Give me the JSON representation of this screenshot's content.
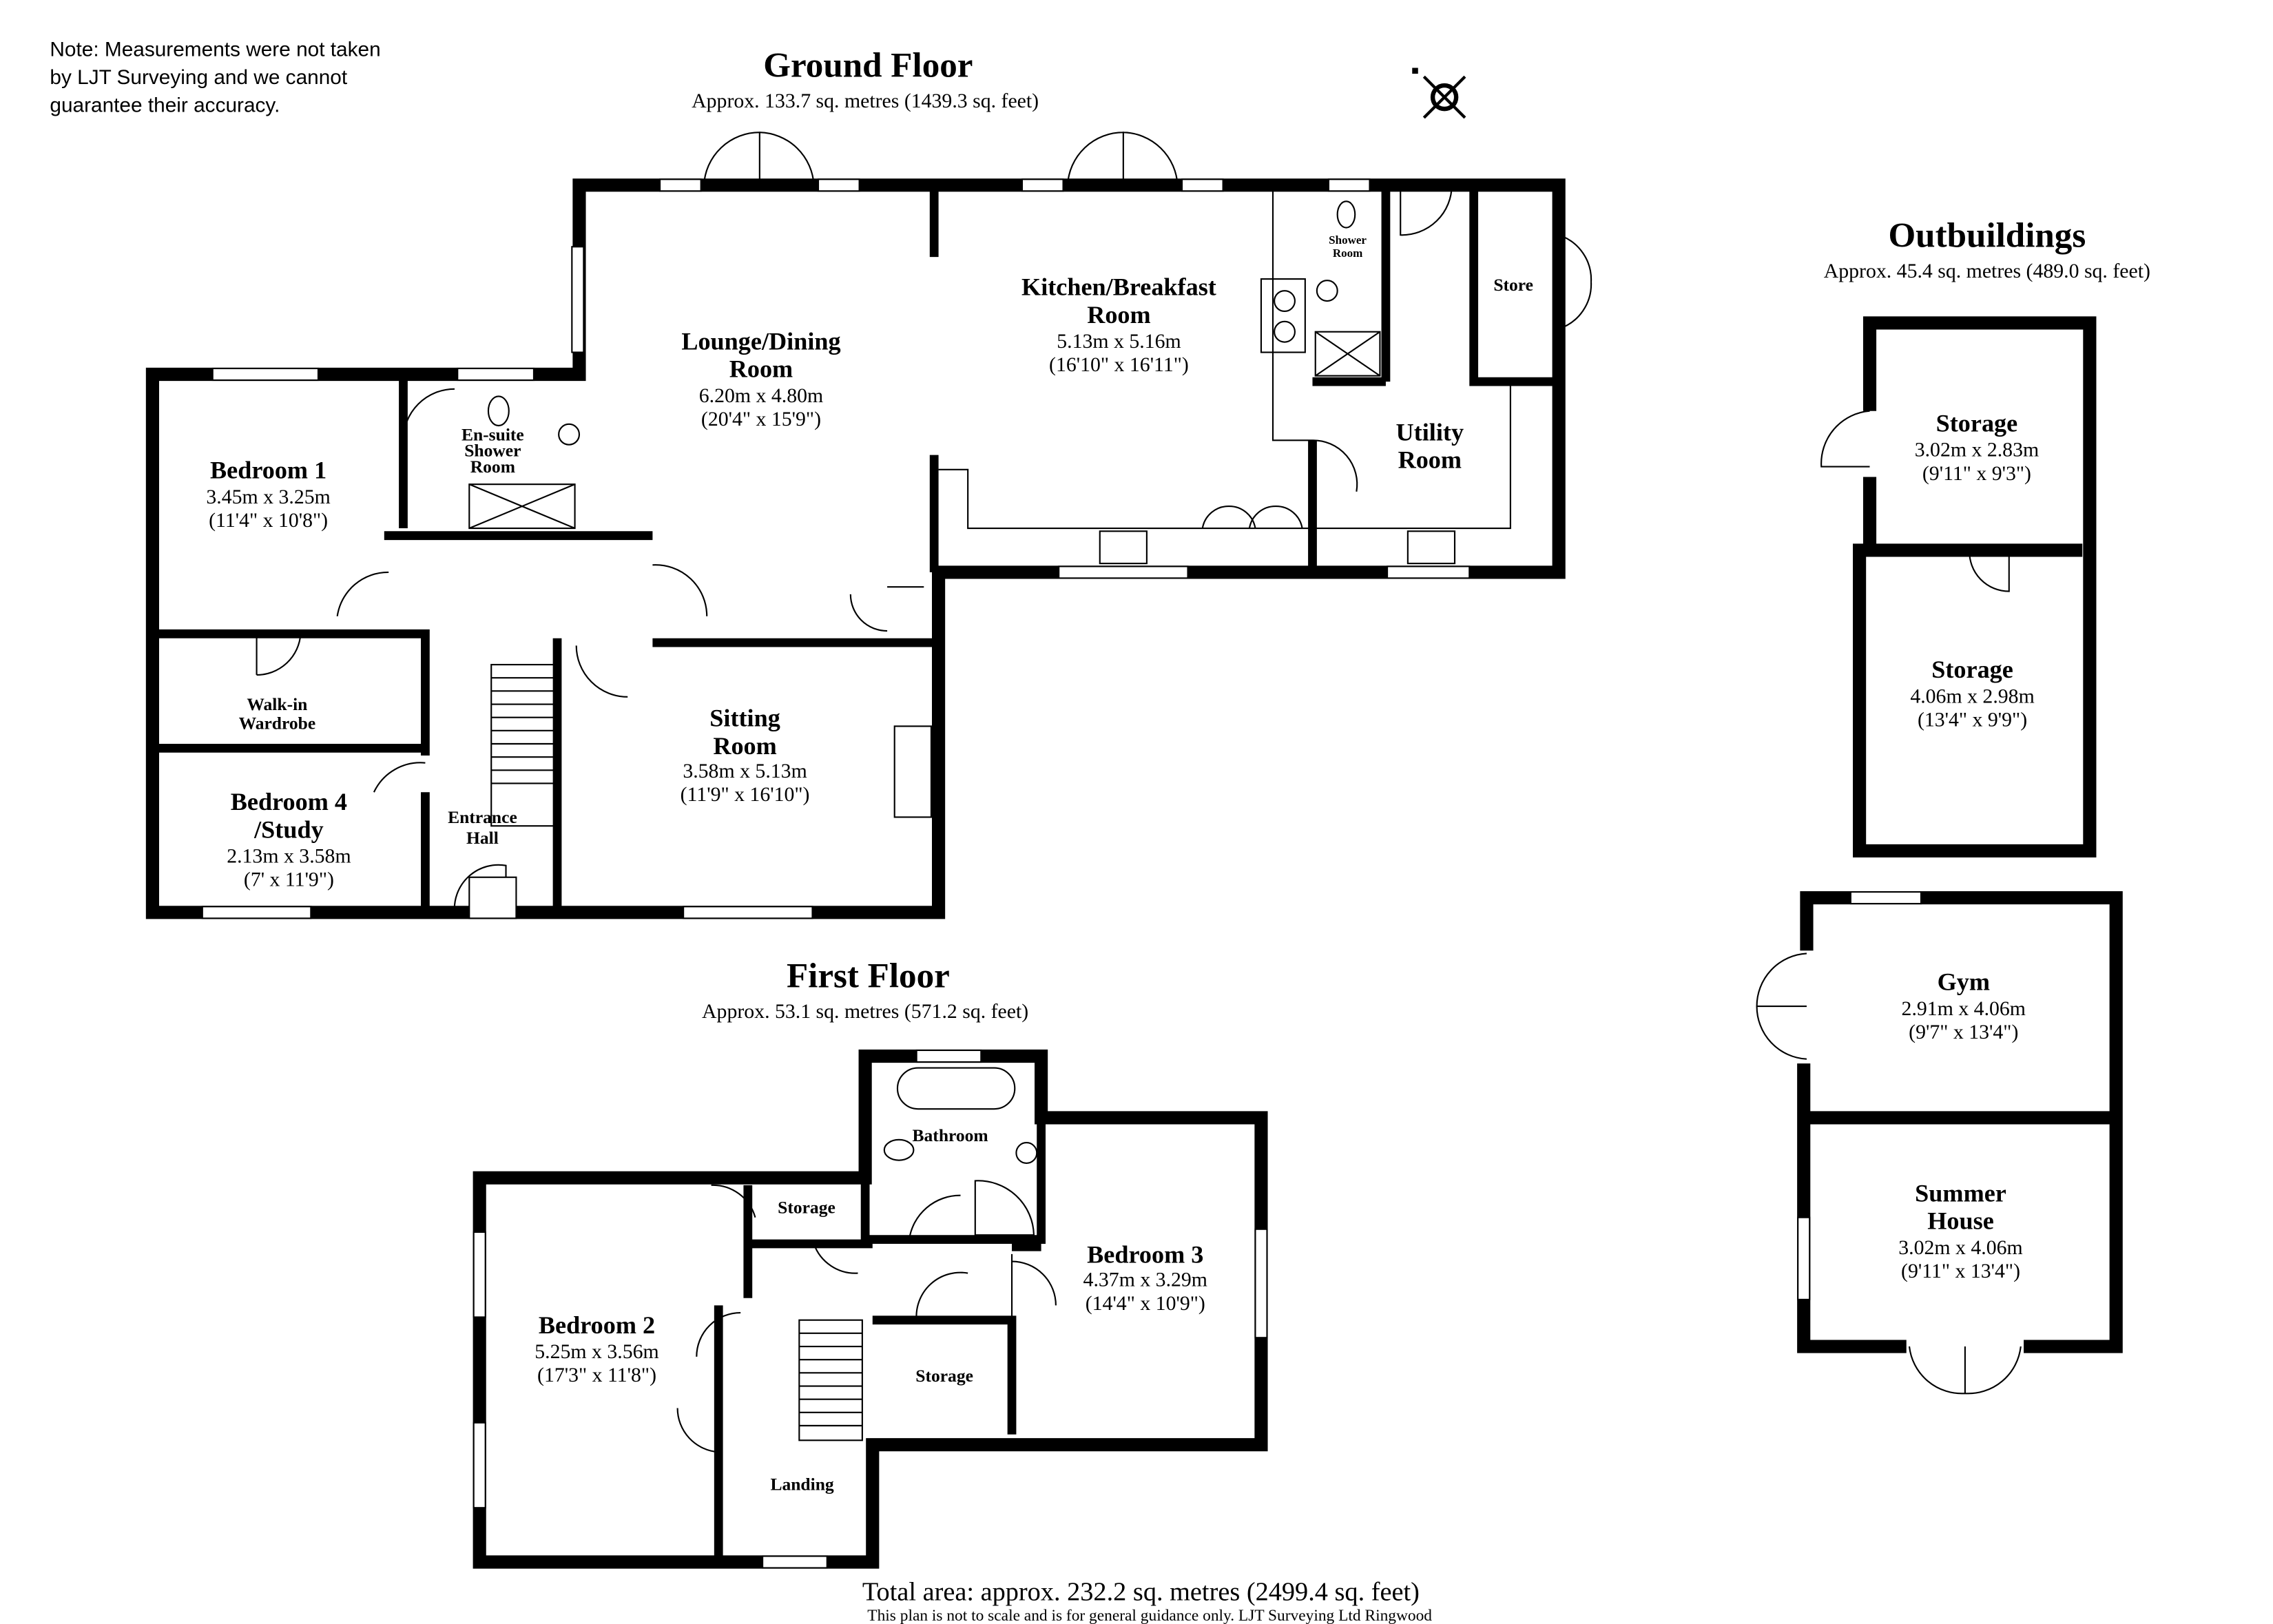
{
  "note": [
    "Note: Measurements were not taken",
    "by LJT Surveying and we cannot",
    " guarantee their accuracy."
  ],
  "ground_floor": {
    "title": "Ground Floor",
    "area": "Approx. 133.7 sq. metres (1439.3 sq. feet)",
    "rooms": {
      "lounge": {
        "name": [
          "Lounge/Dining",
          "Room"
        ],
        "metric": "6.20m x 4.80m",
        "imperial": "(20'4\" x 15'9\")"
      },
      "kitchen": {
        "name": [
          "Kitchen/Breakfast",
          "Room"
        ],
        "metric": "5.13m x 5.16m",
        "imperial": "(16'10\" x 16'11\")"
      },
      "shower": {
        "name": [
          "Shower",
          "Room"
        ]
      },
      "store": {
        "name": "Store"
      },
      "utility": {
        "name": [
          "Utility",
          "Room"
        ]
      },
      "bedroom1": {
        "name": "Bedroom 1",
        "metric": "3.45m x 3.25m",
        "imperial": "(11'4\" x 10'8\")"
      },
      "ensuite": {
        "name": [
          "En-suite",
          "Shower",
          "Room"
        ]
      },
      "wardrobe": {
        "name": [
          "Walk-in",
          "Wardrobe"
        ]
      },
      "bedroom4": {
        "name": [
          "Bedroom 4",
          "/Study"
        ],
        "metric": "2.13m x 3.58m",
        "imperial": "(7' x 11'9\")"
      },
      "hall": {
        "name": [
          "Entrance",
          "Hall"
        ]
      },
      "sitting": {
        "name": [
          "Sitting",
          "Room"
        ],
        "metric": "3.58m x 5.13m",
        "imperial": "(11'9\" x 16'10\")"
      }
    }
  },
  "first_floor": {
    "title": "First Floor",
    "area": "Approx. 53.1 sq. metres (571.2 sq. feet)",
    "rooms": {
      "bedroom2": {
        "name": "Bedroom 2",
        "metric": "5.25m x 3.56m",
        "imperial": "(17'3\" x 11'8\")"
      },
      "bedroom3": {
        "name": "Bedroom 3",
        "metric": "4.37m x 3.29m",
        "imperial": "(14'4\" x 10'9\")"
      },
      "bathroom": {
        "name": "Bathroom"
      },
      "storage1": {
        "name": "Storage"
      },
      "storage2": {
        "name": "Storage"
      },
      "landing": {
        "name": "Landing"
      }
    }
  },
  "outbuildings": {
    "title": "Outbuildings",
    "area": "Approx. 45.4 sq. metres (489.0 sq. feet)",
    "rooms": {
      "storage_a": {
        "name": "Storage",
        "metric": "3.02m x 2.83m",
        "imperial": "(9'11\" x 9'3\")"
      },
      "storage_b": {
        "name": "Storage",
        "metric": "4.06m x 2.98m",
        "imperial": "(13'4\" x 9'9\")"
      },
      "gym": {
        "name": "Gym",
        "metric": "2.91m x 4.06m",
        "imperial": "(9'7\" x 13'4\")"
      },
      "summer": {
        "name": [
          "Summer",
          "House"
        ],
        "metric": "3.02m x 4.06m",
        "imperial": "(9'11\" x 13'4\")"
      }
    }
  },
  "total_area": "Total area: approx. 232.2 sq. metres (2499.4 sq. feet)",
  "disclaimer": "This plan is not to scale and is for general guidance only. LJT Surveying Ltd Ringwood"
}
